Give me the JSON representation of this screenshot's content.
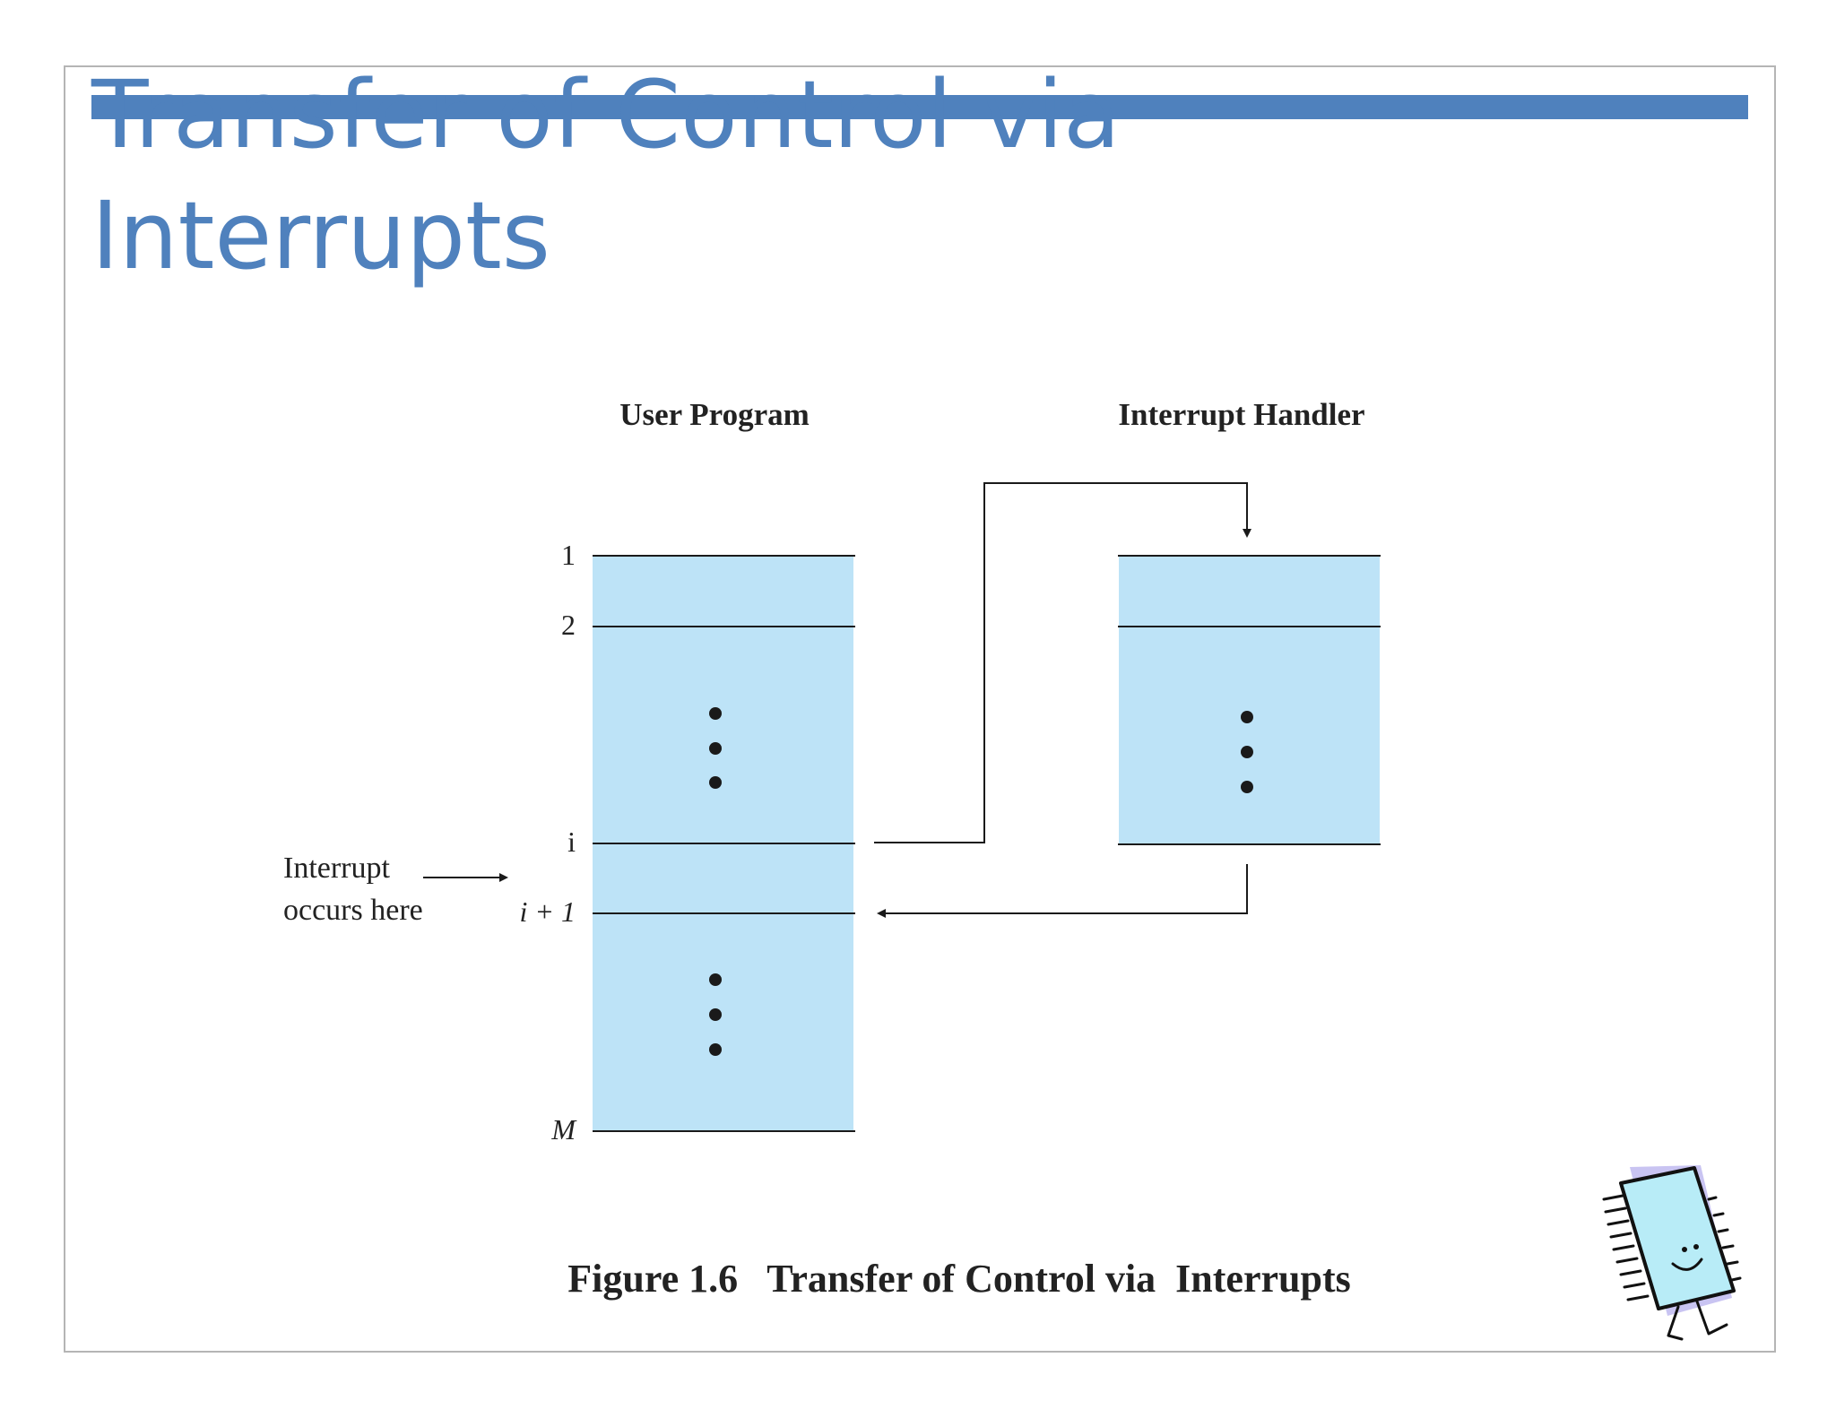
{
  "slide": {
    "title_line1": "Transfer of Control via",
    "title_line2": "Interrupts",
    "accent_color": "#4f81bd"
  },
  "figure": {
    "user_program_label": "User Program",
    "interrupt_handler_label": "Interrupt Handler",
    "row_labels": {
      "one": "1",
      "two": "2",
      "i": "i",
      "i_plus_1": "i + 1",
      "m": "M"
    },
    "interrupt_note_line1": "Interrupt",
    "interrupt_note_line2": "occurs here",
    "caption": "Figure 1.6   Transfer of Control via  Interrupts",
    "block_fill": "#bde3f7",
    "ellipsis_icon": "vertical-ellipsis"
  },
  "mascot": {
    "icon": "chip-character-icon"
  }
}
